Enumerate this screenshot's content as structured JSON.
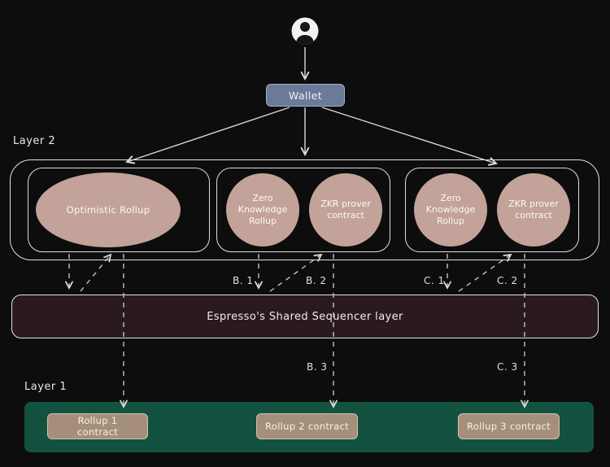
{
  "wallet": {
    "label": "Wallet"
  },
  "layer2": {
    "title": "Layer 2",
    "nodes": {
      "optimistic": "Optimistic Rollup",
      "zk_b": "Zero Knowledge Rollup",
      "prover_b": "ZKR prover contract",
      "zk_c": "Zero Knowledge Rollup",
      "prover_c": "ZKR prover contract"
    }
  },
  "sequencer": {
    "label": "Espresso's Shared Sequencer layer"
  },
  "edges": {
    "b1": "B. 1",
    "b2": "B. 2",
    "b3": "B. 3",
    "c1": "C. 1",
    "c2": "C. 2",
    "c3": "C. 3"
  },
  "layer1": {
    "title": "Layer 1",
    "contracts": [
      "Rollup 1 contract",
      "Rollup 2 contract",
      "Rollup 3 contract"
    ]
  },
  "icons": {
    "user": "user-icon"
  },
  "colors": {
    "background": "#0d0d0d",
    "stroke": "#dcdcdc",
    "node_fill": "#c3a29a",
    "wallet_fill": "#6b7a99",
    "sequencer_fill": "#2a1a20",
    "layer1_fill": "#135240",
    "contract_fill": "#a58f7b"
  }
}
